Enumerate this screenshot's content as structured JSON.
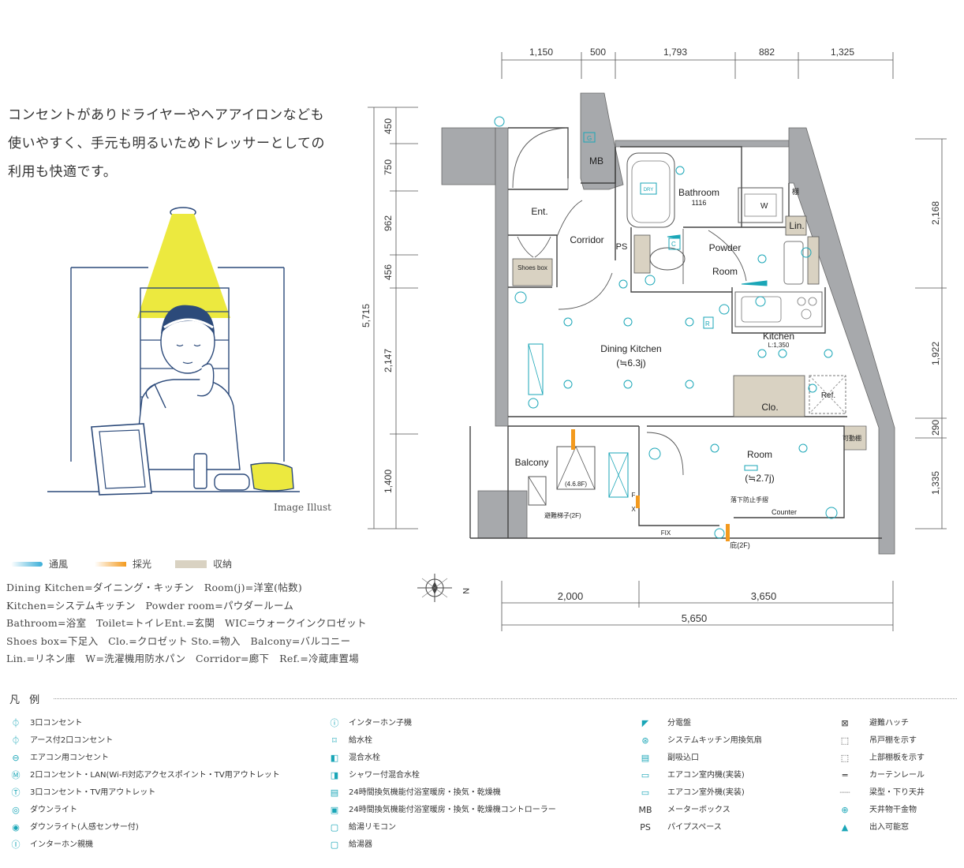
{
  "intro": {
    "line1": "コンセントがありドライヤーやヘアアイロンなども",
    "line2": "使いやすく、手元も明るいためドレッサーとしての",
    "line3": "利用も快適です。"
  },
  "illust_caption": "Image Illust",
  "legend": {
    "ventilation": "通風",
    "lighting": "採光",
    "storage": "収納"
  },
  "abbreviations": [
    "Dining Kitchen=ダイニング・キッチン　Room(j)=洋室(帖数)",
    "Kitchen=システムキッチン　Powder room=パウダールーム",
    "Bathroom=浴室　Toilet=トイレEnt.=玄関　WIC=ウォークインクロゼット",
    "Shoes box=下足入　Clo.=クロゼット Sto.=物入　Balcony=バルコニー",
    "Lin.=リネン庫　W=洗濯機用防水パン　Corridor=廊下　Ref.=冷蔵庫置場"
  ],
  "dimensions": {
    "top": [
      "1,150",
      "500",
      "1,793",
      "882",
      "1,325"
    ],
    "left_inner": [
      "450",
      "750",
      "962",
      "456",
      "2,147",
      "1,400"
    ],
    "left_total": "5,715",
    "right": [
      "2,168",
      "1,922",
      "290",
      "1,335"
    ],
    "bottom": [
      "2,000",
      "3,650"
    ],
    "bottom_total": "5,650"
  },
  "rooms": {
    "ent": "Ent.",
    "mb": "MB",
    "corridor": "Corridor",
    "ps": "PS",
    "shoes": "Shoes box",
    "bathroom": "Bathroom",
    "bathroom_size": "1116",
    "shelf": "棚",
    "w": "W",
    "lin": "Lin.",
    "powder": "Powder",
    "powder2": "Room",
    "kitchen": "Kitchen",
    "kitchen_len": "L:1,350",
    "dk": "Dining Kitchen",
    "dk_size": "(≒6.3j)",
    "clo": "Clo.",
    "ref": "Ref.",
    "movable": "可動棚",
    "room": "Room",
    "room_size": "(≒2.7j)",
    "balcony": "Balcony",
    "hatch_floors": "(4.6.8F)",
    "ladder": "避難梯子(2F)",
    "rail": "落下防止手摺",
    "counter": "Counter",
    "fix": "FIX",
    "fx": "F",
    "fx2": "X",
    "eaves": "庇(2F)",
    "dry": "DRY",
    "c": "C",
    "g": "G",
    "r": "R",
    "north": "N"
  },
  "hanrei_title": "凡 例",
  "key": {
    "col1": [
      {
        "icon": "outlet-3-icon",
        "label": "3口コンセント"
      },
      {
        "icon": "earth-outlet-icon",
        "label": "アース付2口コンセント"
      },
      {
        "icon": "aircon-outlet-icon",
        "label": "エアコン用コンセント"
      },
      {
        "icon": "lan-outlet-icon",
        "label": "2口コンセント・LAN(Wi-Fi対応アクセスポイント・TV用アウトレット"
      },
      {
        "icon": "tv-outlet-icon",
        "label": "3口コンセント・TV用アウトレット"
      },
      {
        "icon": "downlight-icon",
        "label": "ダウンライト"
      },
      {
        "icon": "sensor-downlight-icon",
        "label": "ダウンライト(人感センサー付)"
      },
      {
        "icon": "intercom-main-icon",
        "label": "インターホン親機"
      }
    ],
    "col2": [
      {
        "icon": "intercom-sub-icon",
        "label": "インターホン子機"
      },
      {
        "icon": "water-tap-icon",
        "label": "給水栓"
      },
      {
        "icon": "mixer-tap-icon",
        "label": "混合水栓"
      },
      {
        "icon": "shower-tap-icon",
        "label": "シャワー付混合水栓"
      },
      {
        "icon": "bath-dryer-icon",
        "label": "24時間換気機能付浴室暖房・換気・乾燥機"
      },
      {
        "icon": "bath-controller-icon",
        "label": "24時間換気機能付浴室暖房・換気・乾燥機コントローラー"
      },
      {
        "icon": "water-heater-remote-icon",
        "label": "給湯リモコン"
      },
      {
        "icon": "water-heater-icon",
        "label": "給湯器"
      }
    ],
    "col3": [
      {
        "icon": "panel-board-icon",
        "label": "分電盤"
      },
      {
        "icon": "kitchen-fan-icon",
        "label": "システムキッチン用換気扇"
      },
      {
        "icon": "air-inlet-icon",
        "label": "副吸込口"
      },
      {
        "icon": "aircon-indoor-icon",
        "label": "エアコン室内機(実装)"
      },
      {
        "icon": "aircon-outdoor-icon",
        "label": "エアコン室外機(実装)"
      },
      {
        "icon": "mb-text",
        "label": "メーターボックス",
        "abbr": "MB"
      },
      {
        "icon": "ps-text",
        "label": "パイプスペース",
        "abbr": "PS"
      }
    ],
    "col4": [
      {
        "icon": "escape-hatch-icon",
        "label": "避難ハッチ"
      },
      {
        "icon": "hanging-shelf-icon",
        "label": "吊戸棚を示す"
      },
      {
        "icon": "upper-shelf-icon",
        "label": "上部棚板を示す"
      },
      {
        "icon": "curtain-rail-icon",
        "label": "カーテンレール"
      },
      {
        "icon": "beam-icon",
        "label": "梁型・下り天井"
      },
      {
        "icon": "ceiling-hanger-icon",
        "label": "天井物干金物"
      },
      {
        "icon": "window-icon",
        "label": "出入可能窓"
      }
    ]
  },
  "colors": {
    "wall": "#a7a9ac",
    "storage": "#d9d2c2",
    "teal": "#1aa6b7",
    "lamp": "#ece93f",
    "ink": "#2c4a7a"
  }
}
